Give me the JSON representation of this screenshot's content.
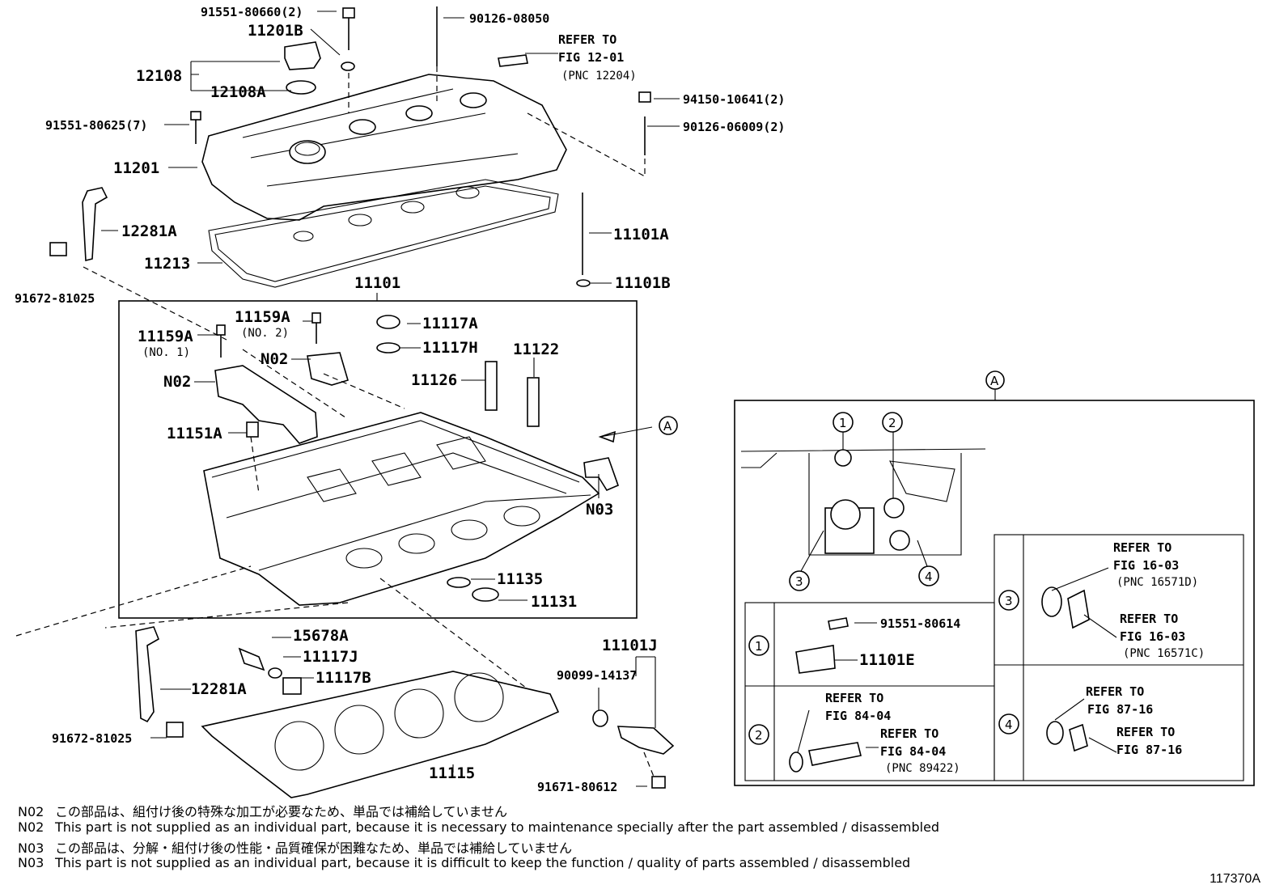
{
  "top_labels": {
    "p_91551_80660": "91551-80660(2)",
    "p_11201B": "11201B",
    "p_90126_08050": "90126-08050",
    "refer_fig12": "REFER TO",
    "refer_fig12_fig": "FIG 12-01",
    "refer_fig12_pnc": "(PNC 12204)",
    "p_12108": "12108",
    "p_12108A": "12108A",
    "p_94150": "94150-10641(2)",
    "p_91551_80625": "91551-80625(7)",
    "p_90126_06009": "90126-06009(2)",
    "p_11201": "11201",
    "p_12281A_top": "12281A",
    "p_11101A": "11101A",
    "p_11213": "11213",
    "p_11101B": "11101B",
    "p_91672_top": "91672-81025",
    "p_11101": "11101"
  },
  "box_labels": {
    "p_11159A_no2": "11159A",
    "no2_tag": "(NO. 2)",
    "p_11159A_no1": "11159A",
    "no1_tag": "(NO. 1)",
    "p_11117A": "11117A",
    "p_11117H": "11117H",
    "p_N02_a": "N02",
    "p_N02_b": "N02",
    "p_11126": "11126",
    "p_11122": "11122",
    "p_11151A": "11151A",
    "p_N03": "N03",
    "p_11135": "11135",
    "p_11131": "11131",
    "view_A": "A"
  },
  "bottom_labels": {
    "p_15678A": "15678A",
    "p_11117J": "11117J",
    "p_11117B": "11117B",
    "p_12281A_bot": "12281A",
    "p_91672_bot": "91672-81025",
    "p_11115": "11115",
    "p_11101J": "11101J",
    "p_90099": "90099-14137",
    "p_91671": "91671-80612"
  },
  "detail_A": {
    "title": "A",
    "c1": "1",
    "c2": "2",
    "c3": "3",
    "c4": "4",
    "p_91551_80614": "91551-80614",
    "p_11101E": "11101E",
    "r2_refer_a": "REFER TO",
    "r2_fig_a": "FIG 84-04",
    "r2_refer_b": "REFER TO",
    "r2_fig_b": "FIG 84-04",
    "r2_pnc_b": "(PNC 89422)",
    "r3_refer_a": "REFER TO",
    "r3_fig_a": "FIG 16-03",
    "r3_pnc_a": "(PNC 16571D)",
    "r3_refer_b": "REFER TO",
    "r3_fig_b": "FIG 16-03",
    "r3_pnc_b": "(PNC 16571C)",
    "r4_refer_a": "REFER TO",
    "r4_fig_a": "FIG 87-16",
    "r4_refer_b": "REFER TO",
    "r4_fig_b": "FIG 87-16"
  },
  "notes": [
    {
      "code": "N02",
      "text": "この部品は、組付け後の特殊な加工が必要なため、単品では補給していません"
    },
    {
      "code": "N02",
      "text": "This part is not supplied as an individual part, because it is necessary to maintenance specially after the part assembled / disassembled"
    },
    {
      "code": "N03",
      "text": "この部品は、分解・組付け後の性能・品質確保が困難なため、単品では補給していません"
    },
    {
      "code": "N03",
      "text": "This part is not supplied as an individual part, because it is difficult to keep the function / quality of parts  assembled / disassembled"
    }
  ],
  "figure_id": "117370A"
}
